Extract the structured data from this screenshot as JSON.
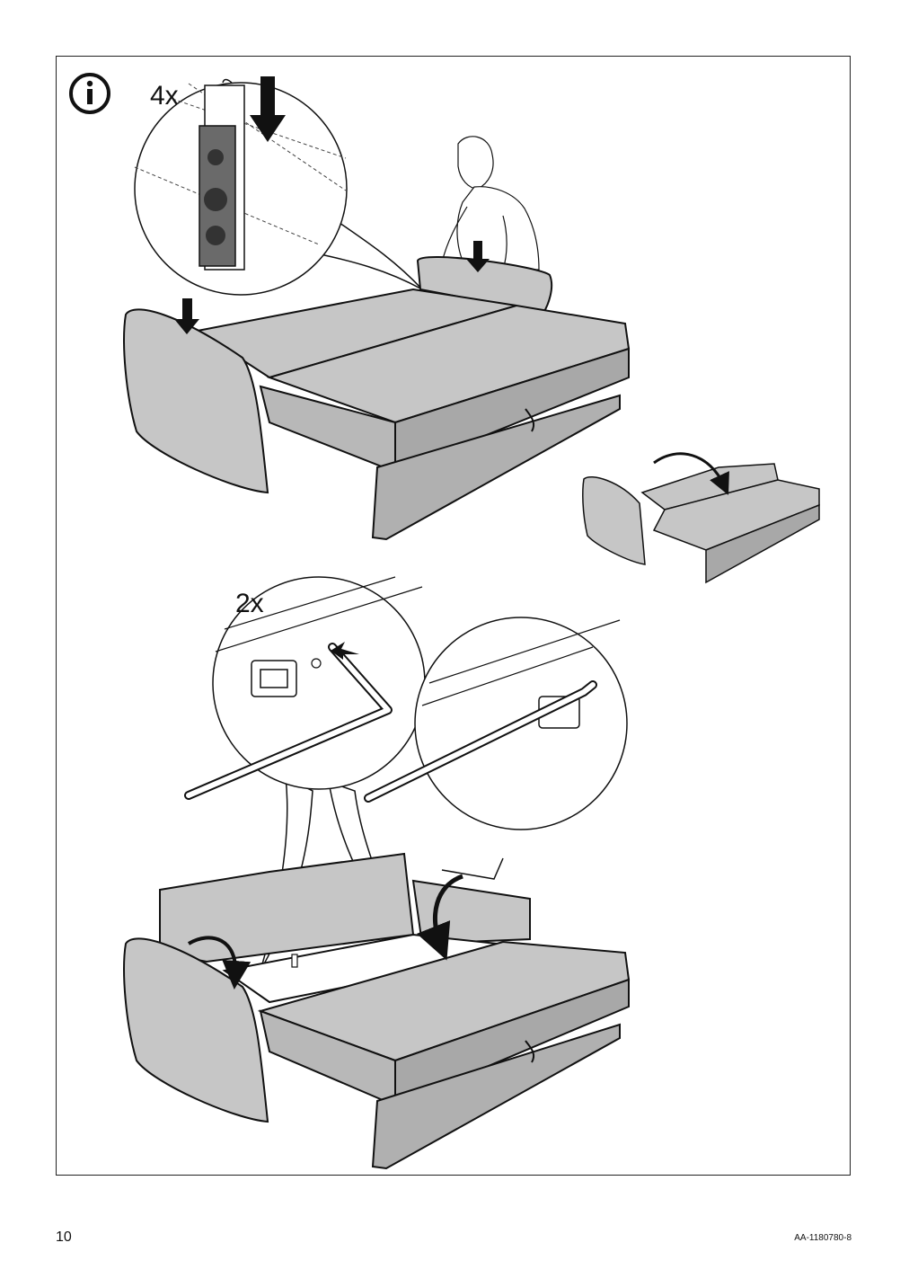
{
  "step": {
    "top_callout_count": "4x",
    "middle_callout_count": "2x",
    "info_icon": "info-circle-icon"
  },
  "footer": {
    "page_number": "10",
    "doc_code": "AA-1180780-8"
  },
  "colors": {
    "fabric": "#c6c6c6",
    "fabric_dark": "#a8a8a8",
    "line": "#111111"
  }
}
